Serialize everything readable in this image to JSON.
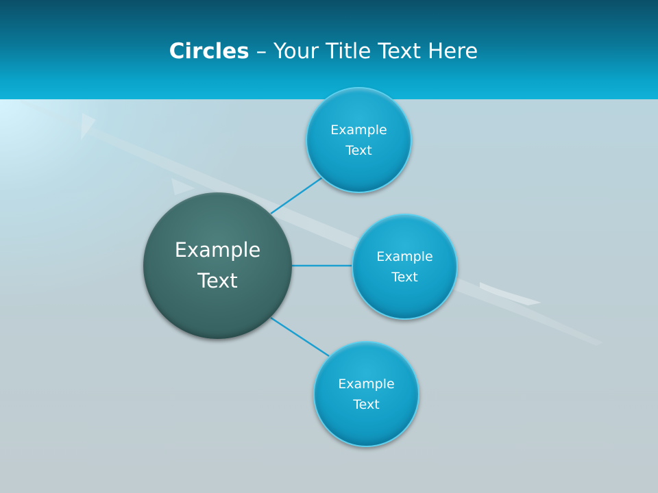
{
  "slide": {
    "title_bold": "Circles",
    "title_rest": " – Your Title Text Here"
  },
  "diagram": {
    "center": {
      "label": "Example\nText"
    },
    "nodes": [
      {
        "label": "Example\nText"
      },
      {
        "label": "Example\nText"
      },
      {
        "label": "Example\nText"
      }
    ]
  },
  "colors": {
    "header": "#0a7898",
    "center_circle": "#3d6a69",
    "node_circle": "#139fc7",
    "connector": "#1a9fd0"
  }
}
